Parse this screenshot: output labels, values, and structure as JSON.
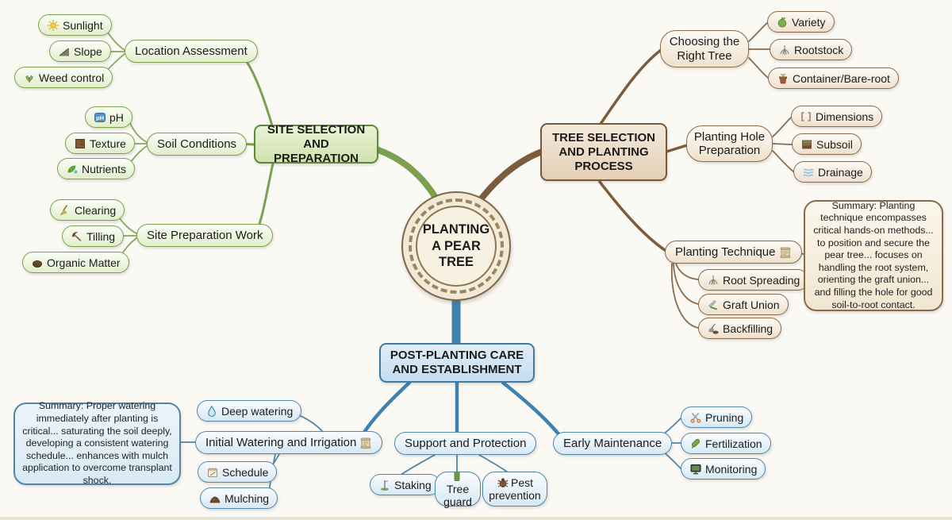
{
  "title_node": {
    "label": "PLANTING A PEAR TREE"
  },
  "colors": {
    "site_branch_green": "#7ba050",
    "tree_branch_brown": "#7b5c3c",
    "post_branch_blue": "#3e82b0",
    "background": "#fbf9f4"
  },
  "main_topics": {
    "site": {
      "label": "SITE SELECTION AND PREPARATION"
    },
    "tree": {
      "label": "TREE SELECTION AND PLANTING PROCESS"
    },
    "post": {
      "label": "POST-PLANTING CARE AND ESTABLISHMENT"
    }
  },
  "subtopics": {
    "location": {
      "label": "Location Assessment"
    },
    "soil": {
      "label": "Soil Conditions"
    },
    "siteprep": {
      "label": "Site Preparation Work"
    },
    "choosing": {
      "label": "Choosing the Right Tree"
    },
    "hole": {
      "label": "Planting Hole Preparation"
    },
    "technique": {
      "label": "Planting Technique",
      "icon": "scroll"
    },
    "watering": {
      "label": "Initial Watering and Irrigation",
      "icon": "scroll"
    },
    "support": {
      "label": "Support and Protection"
    },
    "early": {
      "label": "Early Maintenance"
    }
  },
  "leaves": {
    "sunlight": {
      "label": "Sunlight",
      "icon": "sun"
    },
    "slope": {
      "label": "Slope",
      "icon": "slope"
    },
    "weed": {
      "label": "Weed control",
      "icon": "weed"
    },
    "ph": {
      "label": "pH",
      "icon": "ph"
    },
    "texture": {
      "label": "Texture",
      "icon": "texture"
    },
    "nutrients": {
      "label": "Nutrients",
      "icon": "nutrients"
    },
    "clearing": {
      "label": "Clearing",
      "icon": "broom"
    },
    "tilling": {
      "label": "Tilling",
      "icon": "pickaxe"
    },
    "organic": {
      "label": "Organic Matter",
      "icon": "organic-matter"
    },
    "variety": {
      "label": "Variety",
      "icon": "apple"
    },
    "rootstock": {
      "label": "Rootstock",
      "icon": "roots"
    },
    "container": {
      "label": "Container/Bare-root",
      "icon": "pot"
    },
    "dimensions": {
      "label": "Dimensions",
      "icon": "brackets"
    },
    "subsoil": {
      "label": "Subsoil",
      "icon": "soil-layers"
    },
    "drainage": {
      "label": "Drainage",
      "icon": "waves"
    },
    "rootspread": {
      "label": "Root Spreading",
      "icon": "roots"
    },
    "graft": {
      "label": "Graft Union",
      "icon": "grafting-knife"
    },
    "backfill": {
      "label": "Backfilling",
      "icon": "shovel"
    },
    "deepwater": {
      "label": "Deep watering",
      "icon": "droplet"
    },
    "schedule": {
      "label": "Schedule",
      "icon": "calendar"
    },
    "mulching": {
      "label": "Mulching",
      "icon": "mulch"
    },
    "staking": {
      "label": "Staking",
      "icon": "stake"
    },
    "treeguard": {
      "label": "Tree guard",
      "icon": "tree-guard"
    },
    "pest": {
      "label": "Pest prevention",
      "icon": "bug"
    },
    "pruning": {
      "label": "Pruning",
      "icon": "shears"
    },
    "fertilization": {
      "label": "Fertilization",
      "icon": "fertilizer"
    },
    "monitoring": {
      "label": "Monitoring",
      "icon": "monitor"
    }
  },
  "summaries": {
    "technique": {
      "text": "Summary: Planting technique encompasses critical hands-on methods... to position and secure the pear tree... focuses on handling the root system, orienting the graft union... and filling the hole for good soil-to-root contact."
    },
    "watering": {
      "text": "Summary: Proper watering immediately after planting is critical... saturating the soil deeply, developing a consistent watering schedule... enhances with mulch application to overcome transplant shock."
    }
  }
}
